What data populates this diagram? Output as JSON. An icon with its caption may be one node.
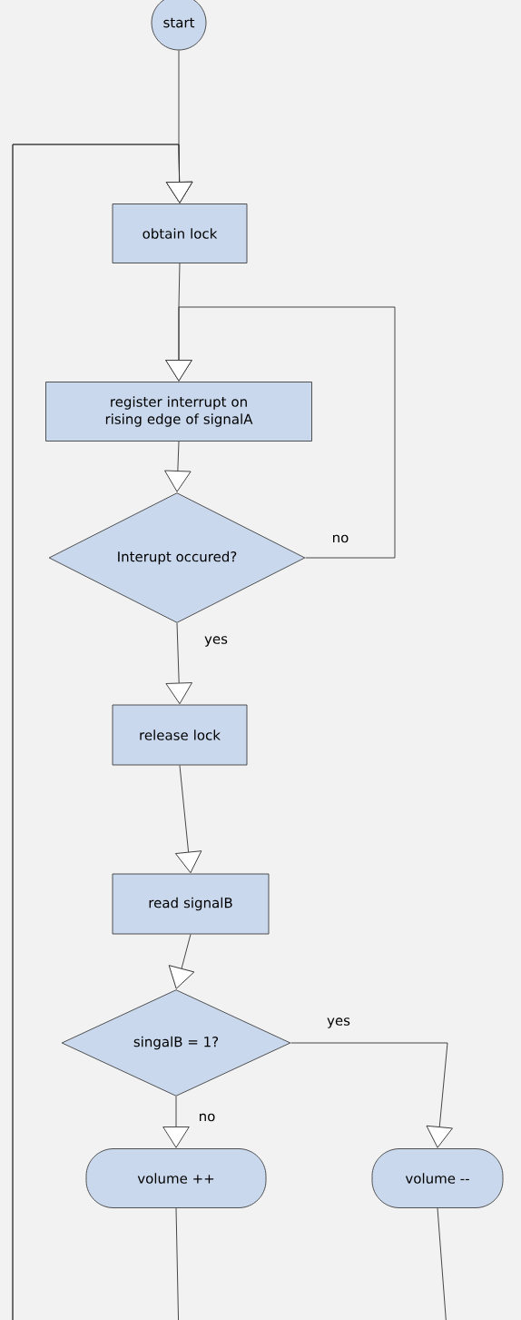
{
  "diagram": {
    "nodes": [
      {
        "text": [
          "start"
        ]
      },
      {
        "text": [
          "obtain lock"
        ]
      },
      {
        "text": [
          "register interrupt on rising edge of signalA"
        ]
      },
      {
        "text": [
          "Interupt occured?"
        ]
      },
      {
        "text": [
          "release lock"
        ]
      },
      {
        "text": [
          "read signalB"
        ]
      },
      {
        "text": [
          "singalB = 1?"
        ]
      },
      {
        "text": [
          "volume ++"
        ]
      },
      {
        "text": [
          "volume --"
        ]
      }
    ],
    "edges": [
      {
        "from": 0,
        "to": 1,
        "arrow": "to"
      },
      {
        "from": 1,
        "to": 2,
        "arrow": "to"
      },
      {
        "from": 2,
        "to": 3,
        "arrow": "to"
      },
      {
        "from": 3,
        "to": 2,
        "arrow": "to",
        "label": "no"
      },
      {
        "from": 3,
        "to": 4,
        "arrow": "to",
        "label": "yes"
      },
      {
        "from": 4,
        "to": 5,
        "arrow": "to"
      },
      {
        "from": 5,
        "to": 6,
        "arrow": "to"
      },
      {
        "from": 6,
        "to": 8,
        "arrow": "to",
        "label": "yes"
      },
      {
        "from": 6,
        "to": 7,
        "arrow": "to",
        "label": "no"
      },
      {
        "from": 7,
        "to": 1,
        "arrow": "to"
      },
      {
        "from": 8,
        "to": 1,
        "arrow": "to"
      }
    ]
  }
}
